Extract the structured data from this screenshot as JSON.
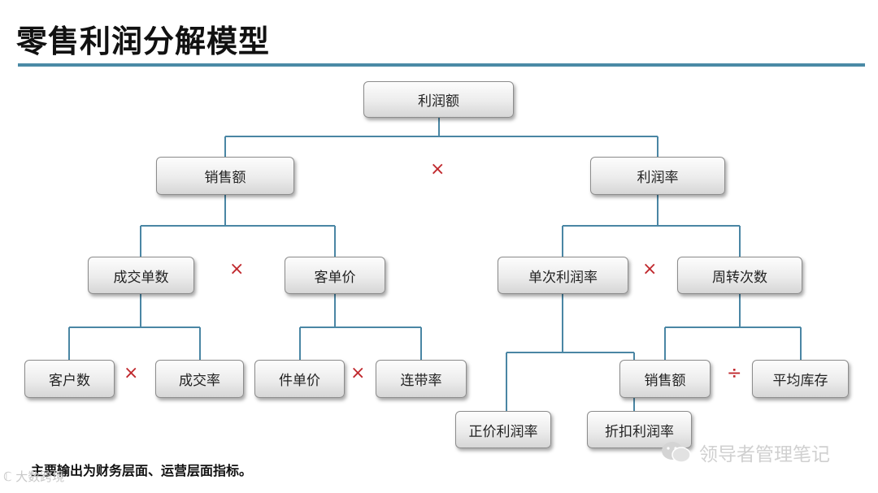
{
  "title": "零售利润分解模型",
  "nodes": {
    "profit_amount": "利润额",
    "sales_amount": "销售额",
    "profit_rate": "利润率",
    "order_count": "成交单数",
    "avg_order_value": "客单价",
    "unit_profit_rate": "单次利润率",
    "turnover_times": "周转次数",
    "customer_count": "客户数",
    "conversion_rate": "成交率",
    "unit_price": "件单价",
    "attach_rate": "连带率",
    "sales_amount_2": "销售额",
    "avg_inventory": "平均库存",
    "full_price_profit_rate": "正价利润率",
    "discount_profit_rate": "折扣利润率"
  },
  "operators": {
    "multiply": "×",
    "divide": "÷"
  },
  "note": "主要输出为财务层面、运营层面指标。",
  "watermarks": {
    "left": "ℂ 大数跨境",
    "right": "领导者管理笔记"
  }
}
